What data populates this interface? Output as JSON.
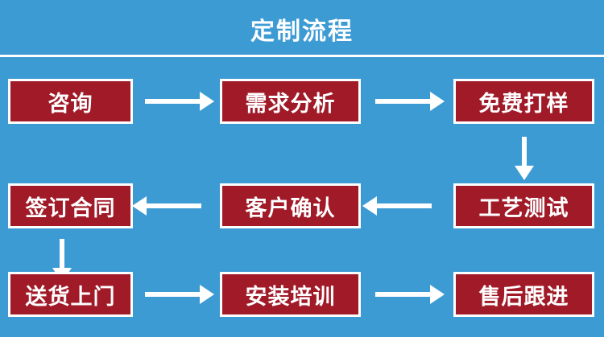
{
  "diagram": {
    "title": "定制流程",
    "type": "flowchart",
    "accent_color": "#a01a28",
    "background_color": "#3d9bd4",
    "line_color": "#ffffff",
    "nodes": [
      {
        "id": "n1",
        "label": "咨询"
      },
      {
        "id": "n2",
        "label": "需求分析"
      },
      {
        "id": "n3",
        "label": "免费打样"
      },
      {
        "id": "n4",
        "label": "工艺测试"
      },
      {
        "id": "n5",
        "label": "客户确认"
      },
      {
        "id": "n6",
        "label": "签订合同"
      },
      {
        "id": "n7",
        "label": "送货上门"
      },
      {
        "id": "n8",
        "label": "安装培训"
      },
      {
        "id": "n9",
        "label": "售后跟进"
      }
    ],
    "connectors": [
      {
        "from": "n1",
        "to": "n2",
        "direction": "right"
      },
      {
        "from": "n2",
        "to": "n3",
        "direction": "right"
      },
      {
        "from": "n3",
        "to": "n4",
        "direction": "down"
      },
      {
        "from": "n4",
        "to": "n5",
        "direction": "left"
      },
      {
        "from": "n5",
        "to": "n6",
        "direction": "left"
      },
      {
        "from": "n6",
        "to": "n7",
        "direction": "down"
      },
      {
        "from": "n7",
        "to": "n8",
        "direction": "right"
      },
      {
        "from": "n8",
        "to": "n9",
        "direction": "right"
      }
    ]
  }
}
